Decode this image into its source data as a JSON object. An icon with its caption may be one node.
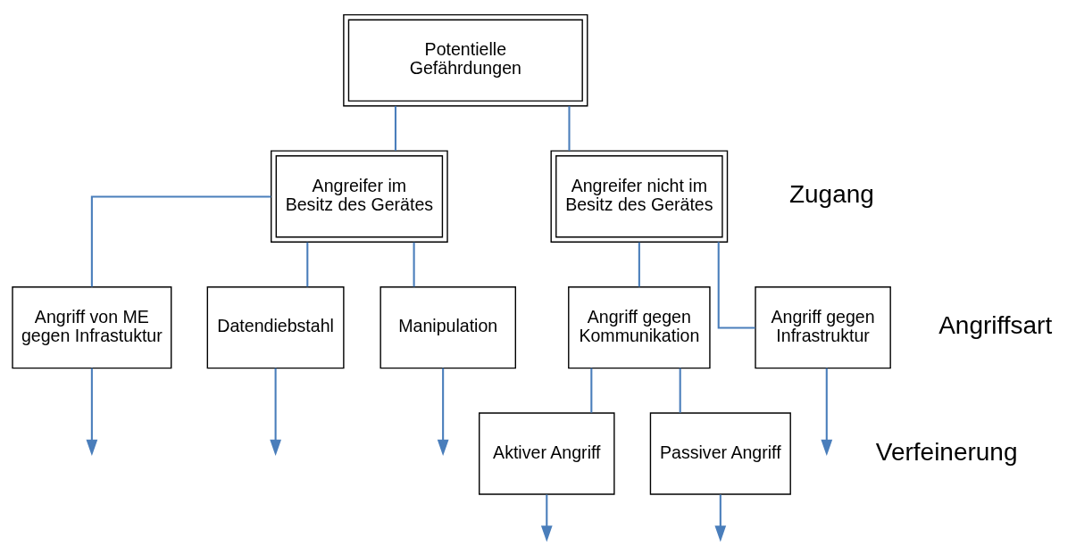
{
  "diagram": {
    "nodes": [
      {
        "text": [
          "Potentielle Gefährdungen"
        ]
      },
      {
        "text": [
          "Angreifer im Besitz des Gerätes"
        ]
      },
      {
        "text": [
          "Angreifer nicht im Besitz des Gerätes"
        ]
      },
      {
        "text": [
          "Angriff von ME gegen Infrastuktur"
        ]
      },
      {
        "text": [
          "Datendiebstahl"
        ]
      },
      {
        "text": [
          "Manipulation"
        ]
      },
      {
        "text": [
          "Angriff gegen Kommunikation"
        ]
      },
      {
        "text": [
          "Angriff gegen Infrastruktur"
        ]
      },
      {
        "text": [
          "Aktiver Angriff"
        ]
      },
      {
        "text": [
          "Passiver Angriff"
        ]
      }
    ],
    "edges": [
      {
        "from": 0,
        "to": 1,
        "arrow": "none"
      },
      {
        "from": 0,
        "to": 2,
        "arrow": "none"
      },
      {
        "from": 1,
        "to": 3,
        "arrow": "none"
      },
      {
        "from": 1,
        "to": 4,
        "arrow": "none"
      },
      {
        "from": 1,
        "to": 5,
        "arrow": "none"
      },
      {
        "from": 2,
        "to": 6,
        "arrow": "none"
      },
      {
        "from": 2,
        "to": 7,
        "arrow": "none"
      },
      {
        "from": 6,
        "to": 8,
        "arrow": "none"
      },
      {
        "from": 6,
        "to": 9,
        "arrow": "none"
      },
      {
        "from": 3,
        "to": null,
        "arrow": "to"
      },
      {
        "from": 4,
        "to": null,
        "arrow": "to"
      },
      {
        "from": 5,
        "to": null,
        "arrow": "to"
      },
      {
        "from": 7,
        "to": null,
        "arrow": "to"
      },
      {
        "from": 8,
        "to": null,
        "arrow": "to"
      },
      {
        "from": 9,
        "to": null,
        "arrow": "to"
      }
    ],
    "labels": [
      "Zugang",
      "Angriffsart",
      "Verfeinerung"
    ]
  }
}
